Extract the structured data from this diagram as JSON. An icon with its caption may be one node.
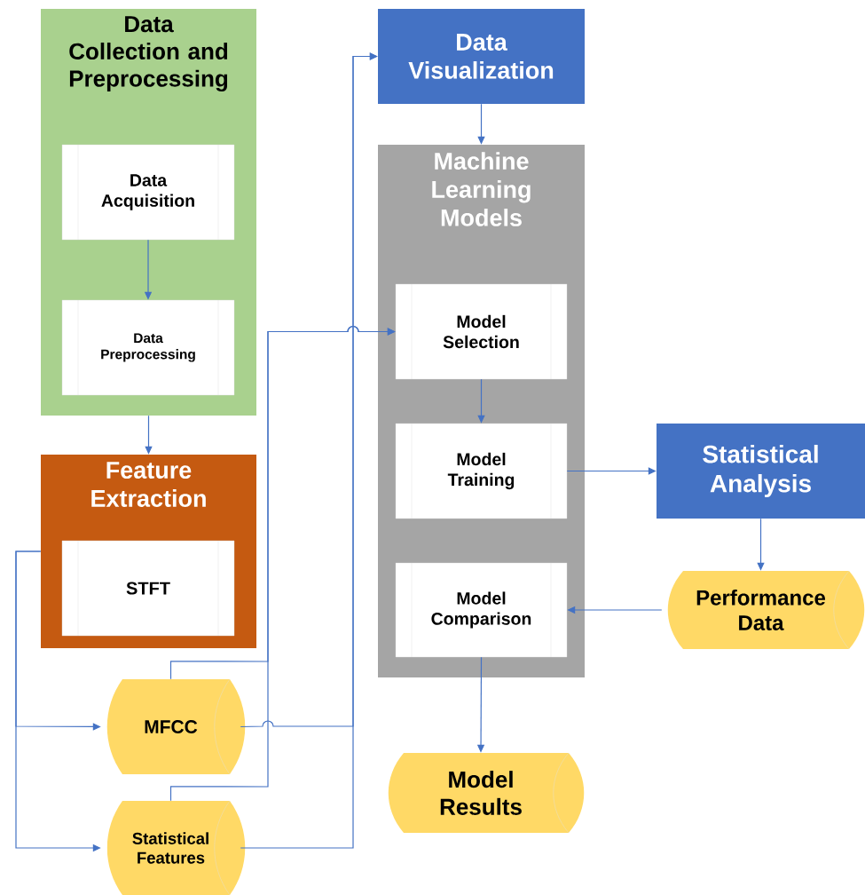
{
  "diagram": {
    "nodes": [
      {
        "text": [
          "Data Collection and Preprocessing"
        ]
      },
      {
        "text": [
          "Data Acquisition"
        ],
        "in": 0
      },
      {
        "text": [
          "Data Preprocessing"
        ],
        "in": 0
      },
      {
        "text": [
          "Feature Extraction"
        ]
      },
      {
        "text": [
          "STFT"
        ],
        "in": 3
      },
      {
        "text": [
          "MFCC"
        ]
      },
      {
        "text": [
          "Statistical Features"
        ]
      },
      {
        "text": [
          "Data Visualization"
        ]
      },
      {
        "text": [
          "Machine Learning Models"
        ]
      },
      {
        "text": [
          "Model Selection"
        ],
        "in": 8
      },
      {
        "text": [
          "Model Training"
        ],
        "in": 8
      },
      {
        "text": [
          "Model Comparison"
        ],
        "in": 8
      },
      {
        "text": [
          "Statistical Analysis"
        ]
      },
      {
        "text": [
          "Performance Data"
        ]
      },
      {
        "text": [
          "Model Results"
        ]
      }
    ],
    "edges": [
      {
        "from": 1,
        "to": 2,
        "arrow": "to"
      },
      {
        "from": 0,
        "to": 3,
        "arrow": "to"
      },
      {
        "from": 3,
        "to": 5,
        "arrow": "to"
      },
      {
        "from": 3,
        "to": 6,
        "arrow": "to"
      },
      {
        "from": 5,
        "to": 9,
        "arrow": "to"
      },
      {
        "from": 6,
        "to": 9,
        "arrow": "to"
      },
      {
        "from": 5,
        "to": 7,
        "arrow": "to"
      },
      {
        "from": 6,
        "to": 7,
        "arrow": "to"
      },
      {
        "from": 7,
        "to": 8,
        "arrow": "to"
      },
      {
        "from": 9,
        "to": 10,
        "arrow": "to"
      },
      {
        "from": 10,
        "to": 12,
        "arrow": "to"
      },
      {
        "from": 12,
        "to": 13,
        "arrow": "to"
      },
      {
        "from": 13,
        "to": 11,
        "arrow": "to"
      },
      {
        "from": 11,
        "to": 14,
        "arrow": "to"
      }
    ]
  }
}
